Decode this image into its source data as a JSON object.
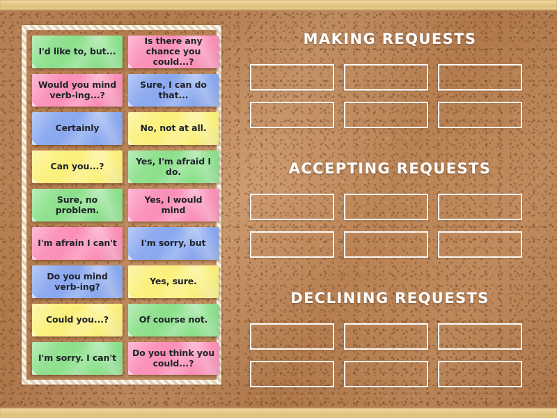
{
  "board": {
    "title": "Making / Accepting / Declining Requests sorting activity",
    "background": "#c08a5c",
    "frame_color": "#e6cb8c"
  },
  "source_panel": {
    "name": "word-cards-panel",
    "cards": [
      {
        "text": "I'd like to, but...",
        "color": "#8ce08c",
        "color_name": "green",
        "col": 0,
        "row": 0
      },
      {
        "text": "Is there any chance you could...?",
        "color": "#fb8fb8",
        "color_name": "pink",
        "col": 1,
        "row": 0
      },
      {
        "text": "Would you mind verb-ing...?",
        "color": "#fb8fb8",
        "color_name": "pink",
        "col": 0,
        "row": 1
      },
      {
        "text": "Sure, I can do that...",
        "color": "#8aa8ef",
        "color_name": "blue",
        "col": 1,
        "row": 1
      },
      {
        "text": "Certainly",
        "color": "#8aa8ef",
        "color_name": "blue",
        "col": 0,
        "row": 2
      },
      {
        "text": "No, not at all.",
        "color": "#fbf07c",
        "color_name": "yellow",
        "col": 1,
        "row": 2
      },
      {
        "text": "Can you...?",
        "color": "#fbf07c",
        "color_name": "yellow",
        "col": 0,
        "row": 3
      },
      {
        "text": "Yes, I'm afraid I do.",
        "color": "#8ce08c",
        "color_name": "green",
        "col": 1,
        "row": 3
      },
      {
        "text": "Sure, no problem.",
        "color": "#8ce08c",
        "color_name": "green",
        "col": 0,
        "row": 4
      },
      {
        "text": "Yes, I would mind",
        "color": "#fb8fb8",
        "color_name": "pink",
        "col": 1,
        "row": 4
      },
      {
        "text": "I'm afrain I can't",
        "color": "#fb8fb8",
        "color_name": "pink",
        "col": 0,
        "row": 5
      },
      {
        "text": "I'm sorry, but",
        "color": "#8aa8ef",
        "color_name": "blue",
        "col": 1,
        "row": 5
      },
      {
        "text": "Do you mind verb-ing?",
        "color": "#8aa8ef",
        "color_name": "blue",
        "col": 0,
        "row": 6
      },
      {
        "text": "Yes, sure.",
        "color": "#fbf07c",
        "color_name": "yellow",
        "col": 1,
        "row": 6
      },
      {
        "text": "Could you...?",
        "color": "#fbf07c",
        "color_name": "yellow",
        "col": 0,
        "row": 7
      },
      {
        "text": "Of course not.",
        "color": "#8ce08c",
        "color_name": "green",
        "col": 1,
        "row": 7
      },
      {
        "text": "I'm sorry. I can't",
        "color": "#8ce08c",
        "color_name": "green",
        "col": 0,
        "row": 8
      },
      {
        "text": "Do you think you could...?",
        "color": "#fb8fb8",
        "color_name": "pink",
        "col": 1,
        "row": 8
      }
    ]
  },
  "groups": [
    {
      "title": "MAKING REQUESTS",
      "slot_count": 6,
      "slots": [
        "",
        "",
        "",
        "",
        "",
        ""
      ]
    },
    {
      "title": "ACCEPTING REQUESTS",
      "slot_count": 6,
      "slots": [
        "",
        "",
        "",
        "",
        "",
        ""
      ]
    },
    {
      "title": "DECLINING REQUESTS",
      "slot_count": 6,
      "slots": [
        "",
        "",
        "",
        "",
        "",
        ""
      ]
    }
  ]
}
